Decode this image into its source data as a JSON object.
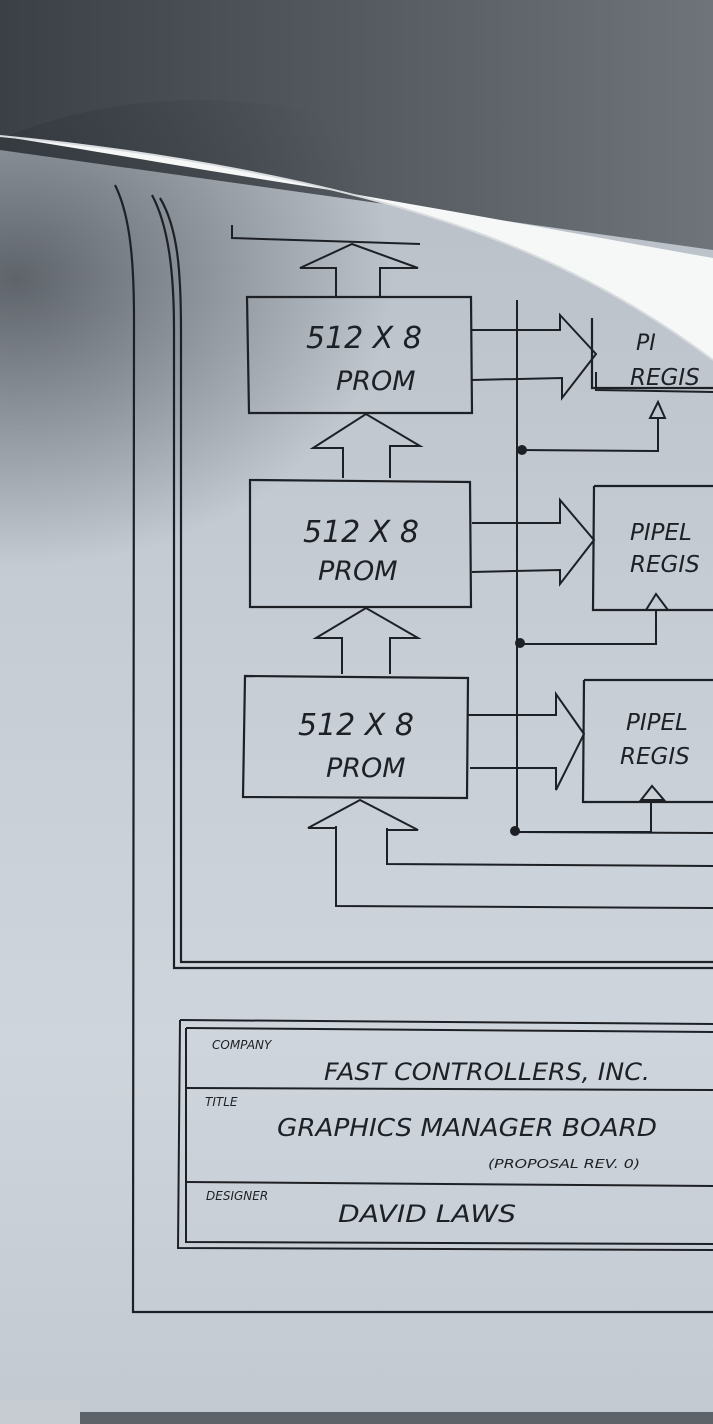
{
  "prom_blocks": [
    {
      "line1": "512 X 8",
      "line2": "PROM"
    },
    {
      "line1": "512 X 8",
      "line2": "PROM"
    },
    {
      "line1": "512 X 8",
      "line2": "PROM"
    }
  ],
  "pipeline_registers": [
    {
      "line1": "PI",
      "line2": "REGIS"
    },
    {
      "line1": "PIPEL",
      "line2": "REGIS"
    },
    {
      "line1": "PIPEL",
      "line2": "REGIS"
    }
  ],
  "title_block": {
    "company_label": "COMPANY",
    "company_value": "FAST CONTROLLERS, INC.",
    "title_label": "TITLE",
    "title_value": "GRAPHICS MANAGER BOARD",
    "title_note": "(PROPOSAL REV. 0)",
    "designer_label": "DESIGNER",
    "designer_value": "DAVID LAWS"
  },
  "colors": {
    "paper": "#c9d0d8",
    "ink": "#1d2126",
    "backdrop": "#3e4449",
    "folded_page": "#f7f8f8"
  }
}
